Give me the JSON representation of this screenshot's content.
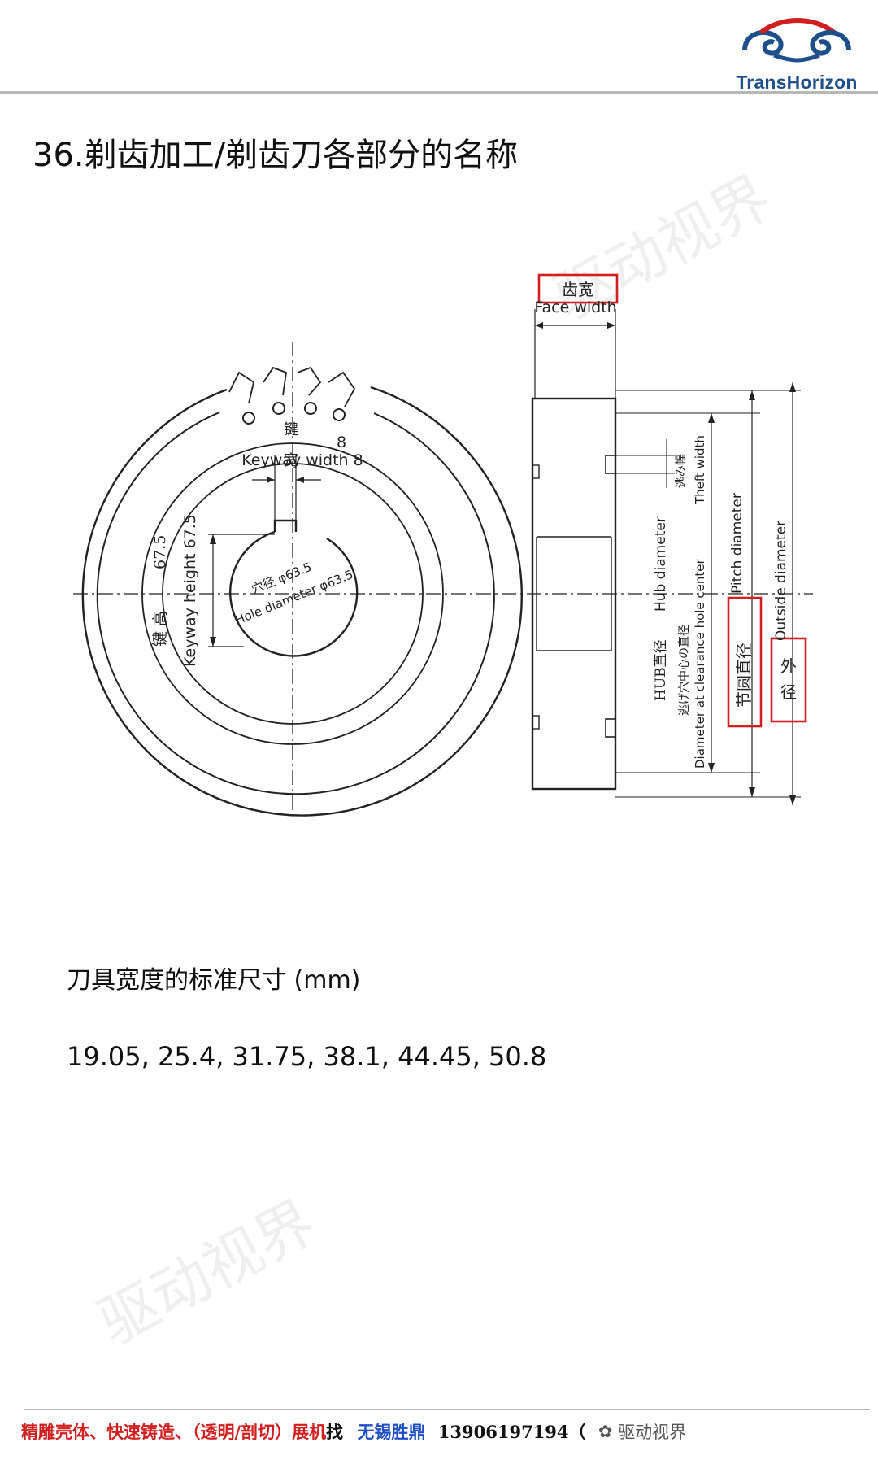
{
  "logo": {
    "text": "TransHorizon"
  },
  "title": "36.剃齿加工/剃齿刀各部分的名称",
  "watermark": "驱动视界",
  "diagram": {
    "face_width_cn": "齿宽",
    "face_width_en": "Face width",
    "keyway_width_cn_1": "键",
    "keyway_width_cn_2": "宽",
    "keyway_width_value": "8",
    "keyway_width_en": "Keyway width 8",
    "keyway_height_cn": "键 高",
    "keyway_height_value": "67.5",
    "keyway_height_en": "Keyway height 67.5",
    "hole_cn": "穴径 φ63.5",
    "hole_en": "Hole diameter φ63.5",
    "theft_cn": "逃み幅",
    "theft_en": "Theft width",
    "hub_en": "Hub diameter",
    "hub_cn": "HUB直径",
    "clearance_cn": "逃げ穴中心の直径",
    "clearance_en": "Diameter at clearance hole center",
    "pitch_en": "Pitch diameter",
    "pitch_cn": "节圆直径",
    "outside_en": "Outside diameter",
    "outside_cn_1": "外",
    "outside_cn_2": "径"
  },
  "std_width": {
    "heading": "刀具宽度的标准尺寸 (mm)",
    "values": "19.05, 25.4, 31.75, 38.1, 44.45, 50.8"
  },
  "footer": {
    "red": "精雕壳体、快速铸造、（透明/剖切）展机",
    "find": "找",
    "company": "无锡胜鼎",
    "phone": "13906197194（",
    "wechat": "驱动视界"
  },
  "colors": {
    "accent_red": "#d21e1e",
    "brand_blue": "#1f4f8a",
    "company_blue": "#1f4fc4"
  }
}
